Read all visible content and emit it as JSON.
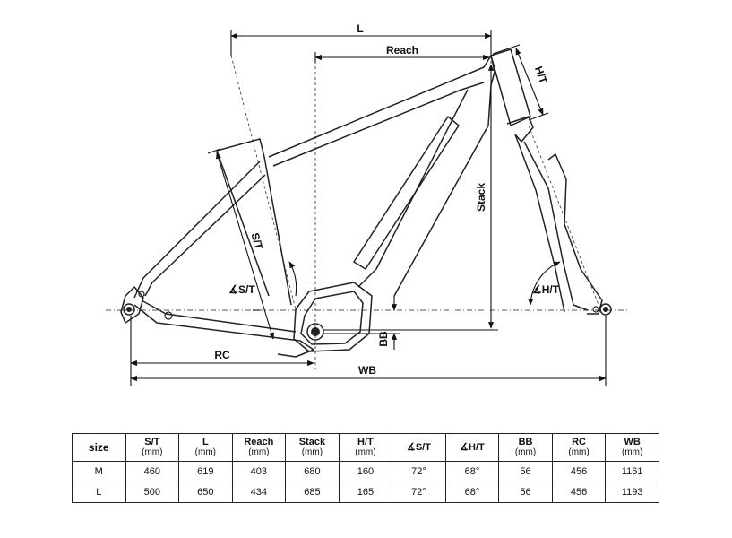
{
  "diagram": {
    "labels": {
      "l": "L",
      "reach": "Reach",
      "ht": "H/T",
      "stack": "Stack",
      "st": "S/T",
      "st_angle": "∡S/T",
      "ht_angle": "∡H/T",
      "bb": "BB",
      "rc": "RC",
      "wb": "WB"
    }
  },
  "table": {
    "headers": [
      {
        "label": "size",
        "unit": ""
      },
      {
        "label": "S/T",
        "unit": "(mm)"
      },
      {
        "label": "L",
        "unit": "(mm)"
      },
      {
        "label": "Reach",
        "unit": "(mm)"
      },
      {
        "label": "Stack",
        "unit": "(mm)"
      },
      {
        "label": "H/T",
        "unit": "(mm)"
      },
      {
        "label": "∡S/T",
        "unit": ""
      },
      {
        "label": "∡H/T",
        "unit": ""
      },
      {
        "label": "BB",
        "unit": "(mm)"
      },
      {
        "label": "RC",
        "unit": "(mm)"
      },
      {
        "label": "WB",
        "unit": "(mm)"
      }
    ],
    "rows": [
      [
        "M",
        "460",
        "619",
        "403",
        "680",
        "160",
        "72°",
        "68°",
        "56",
        "456",
        "1161"
      ],
      [
        "L",
        "500",
        "650",
        "434",
        "685",
        "165",
        "72°",
        "68°",
        "56",
        "456",
        "1193"
      ]
    ]
  }
}
